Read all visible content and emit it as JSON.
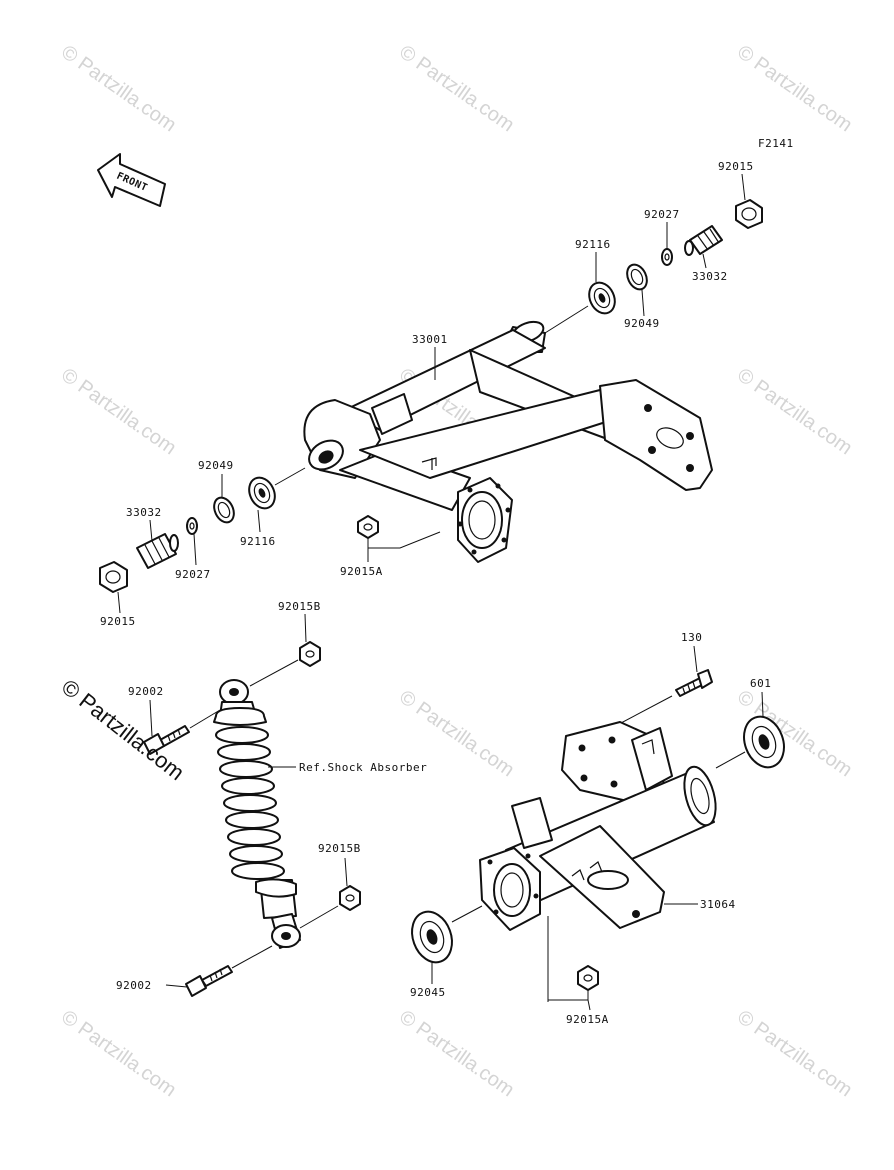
{
  "diagram_code": "F2141",
  "front_label": "FRONT",
  "callouts": {
    "nut_upper_right": "92015",
    "washer_upper_right": "92027",
    "pivot_shaft_upper_right": "33032",
    "bearing_upper_right": "92116",
    "seal_upper_right": "92049",
    "swing_arm": "33001",
    "seal_left": "92049",
    "pivot_shaft_left": "33032",
    "washer_left": "92027",
    "bearing_left": "92116",
    "nut_left": "92015",
    "nut_swing_arm": "92015A",
    "nut_shock_upper": "92015B",
    "bolt_shock_upper": "92002",
    "shock_reference": "Ref.Shock Absorber",
    "nut_shock_lower": "92015B",
    "bolt_shock_lower": "92002",
    "bolt_housing": "130",
    "bearing_housing_right": "601",
    "axle_housing": "31064",
    "bearing_housing_left": "92045",
    "nut_housing": "92015A"
  },
  "watermark": {
    "text": "© Partzilla.com"
  },
  "colors": {
    "line": "#111111",
    "watermark": "#d4d4d4",
    "background": "#ffffff"
  }
}
